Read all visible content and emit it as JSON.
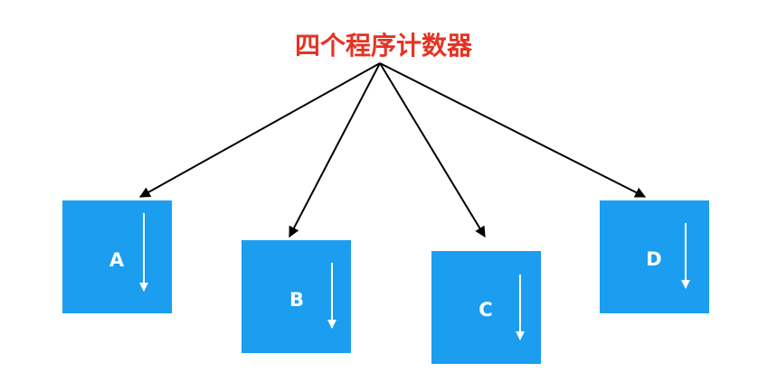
{
  "title": {
    "text": "四个程序计数器",
    "color": "#e53322"
  },
  "colors": {
    "box_fill": "#1b9ef0",
    "box_text": "#ffffff",
    "connector": "#000000",
    "inner_arrow": "#ffffff"
  },
  "boxes": [
    {
      "id": "a",
      "label": "A"
    },
    {
      "id": "b",
      "label": "B"
    },
    {
      "id": "c",
      "label": "C"
    },
    {
      "id": "d",
      "label": "D"
    }
  ]
}
